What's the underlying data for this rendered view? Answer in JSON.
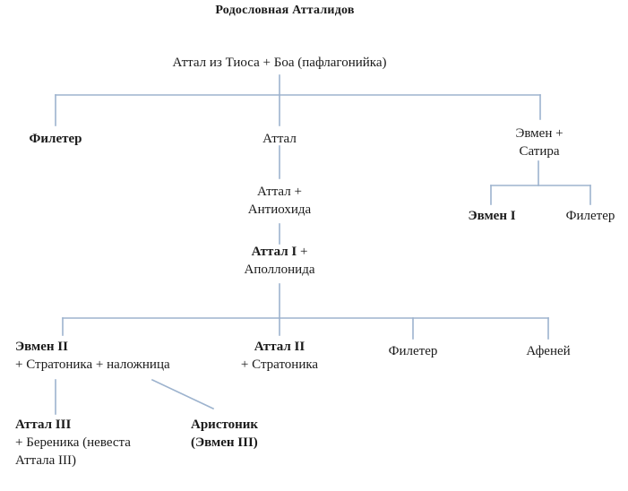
{
  "title": "Родословная Атталидов",
  "accent_color": "#9db3ce",
  "text_color": "#1a1a1a",
  "background_color": "#ffffff",
  "nodes": {
    "root": {
      "text": "Аттал из Тиоса + Боа (пафлагонийка)"
    },
    "philetairos": {
      "text": "Филетер"
    },
    "attalos": {
      "text": "Аттал"
    },
    "eumenes_satyra": {
      "line1": "Эвмен +",
      "line2": "Сатира"
    },
    "eumenes_i": {
      "text": "Эвмен I"
    },
    "philetairos2": {
      "text": "Филетер"
    },
    "attalos_antiochis": {
      "line1": "Аттал +",
      "line2": "Антиохида"
    },
    "attalos_i": {
      "bold": "Аттал I",
      "plus": " +",
      "line2": "Аполлонида"
    },
    "eumenes_ii": {
      "bold": "Эвмен II",
      "line2": "+ Стратоника + наложница"
    },
    "attalos_ii": {
      "bold": "Аттал II",
      "line2": "+ Стратоника"
    },
    "philetairos3": {
      "text": "Филетер"
    },
    "athenaios": {
      "text": "Афеней"
    },
    "attalos_iii": {
      "bold": "Аттал III",
      "line2": "+ Береника (невеста",
      "line3": "Аттала III)"
    },
    "aristonikos": {
      "bold1": "Аристоник",
      "bold2": "(Эвмен III)"
    }
  }
}
